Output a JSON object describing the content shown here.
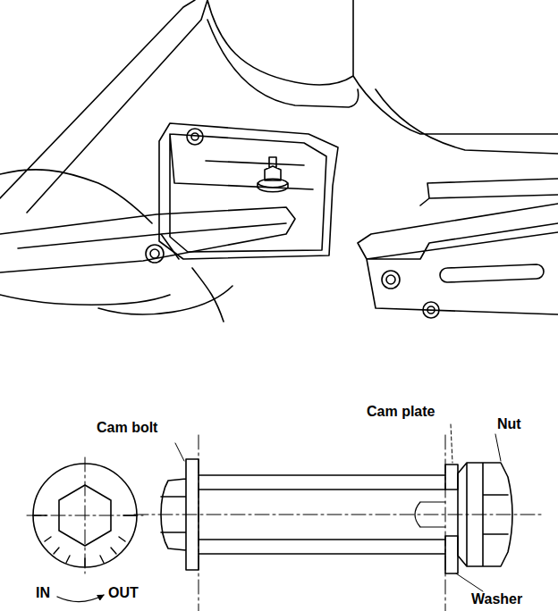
{
  "diagram": {
    "labels": [
      "Cam bolt",
      "Cam plate",
      "Nut",
      "Washer",
      "IN",
      "OUT"
    ]
  }
}
